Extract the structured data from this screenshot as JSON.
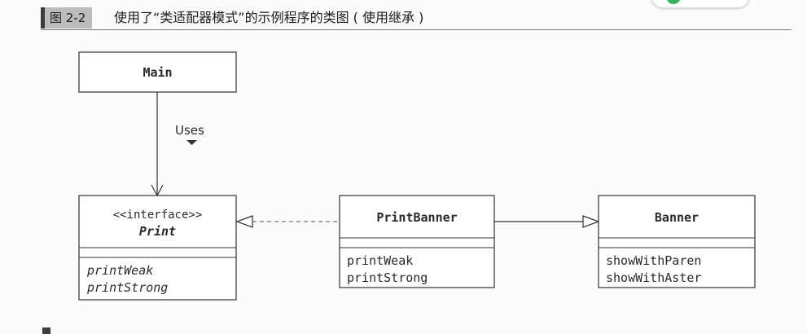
{
  "figure": {
    "tag": "图 2-2",
    "title": "使用了“类适配器模式”的示例程序的类图 ( 使用继承 )"
  },
  "classes": {
    "main": {
      "name": "Main"
    },
    "print": {
      "stereotype": "<<interface>>",
      "name": "Print",
      "methods": [
        "printWeak",
        "printStrong"
      ]
    },
    "print_banner": {
      "name": "PrintBanner",
      "methods": [
        "printWeak",
        "printStrong"
      ]
    },
    "banner": {
      "name": "Banner",
      "methods": [
        "showWithParen",
        "showWithAster"
      ]
    }
  },
  "relations": {
    "uses_label": "Uses"
  }
}
